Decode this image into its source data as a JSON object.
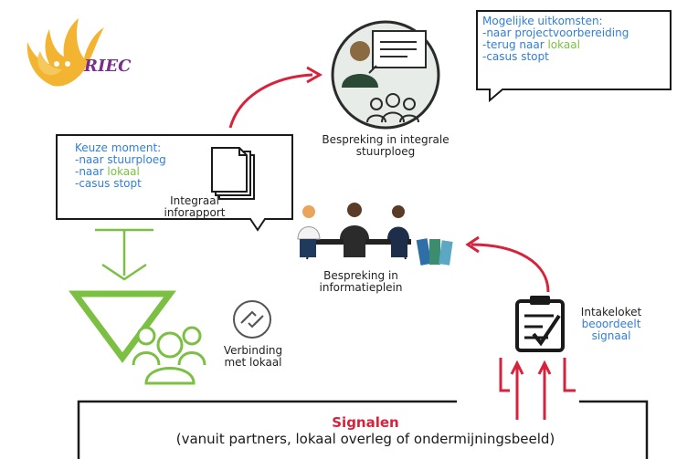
{
  "logo": {
    "text": "RIEC"
  },
  "outcomes_box": {
    "title": "Mogelijke uitkomsten:",
    "line1": "-naar projectvoorbereiding",
    "line2_prefix": "-terug naar ",
    "line2_highlight": "lokaal",
    "line3": "-casus stopt"
  },
  "choice_box": {
    "title": "Keuze moment:",
    "line1": "-naar stuurploeg",
    "line2_prefix": "-naar ",
    "line2_highlight": "lokaal",
    "line3": "-casus stopt"
  },
  "integraal": {
    "line1": "Integraal",
    "line2": "inforapport"
  },
  "stuurploeg": {
    "line1": "Bespreking in integrale",
    "line2": "stuurploeg"
  },
  "infoplein": {
    "line1": "Bespreking in",
    "line2": "informatieplein"
  },
  "verbinding": {
    "line1": "Verbinding",
    "line2": "met lokaal"
  },
  "intakeloket": {
    "line1": "Intakeloket",
    "line2": "beoordeelt",
    "line3": "signaal"
  },
  "signalen": {
    "title": "Signalen",
    "subtitle": "(vanuit partners, lokaal overleg of ondermijningsbeeld)"
  },
  "colors": {
    "red": "#d8213b",
    "green": "#7cc043",
    "blue": "#2f7fd8",
    "gold": "#f3b431",
    "purple": "#7a2e8c",
    "dark": "#1a1a1a"
  }
}
